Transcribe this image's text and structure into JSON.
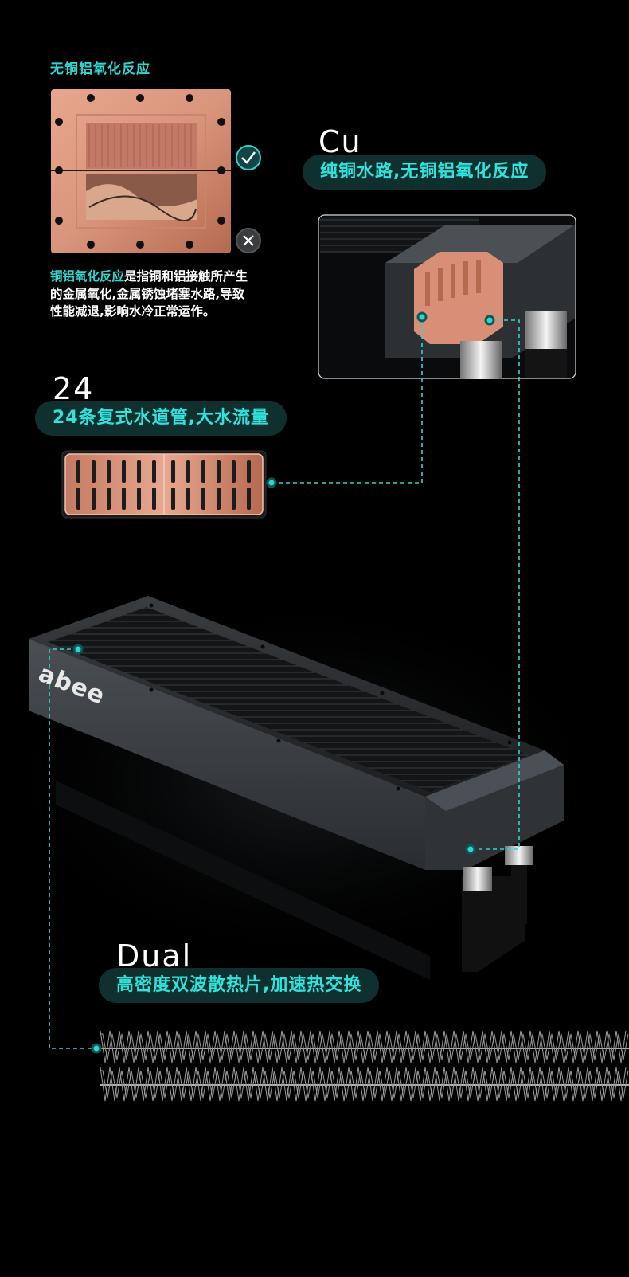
{
  "top_left": {
    "caption": "无铜铝氧化反应",
    "desc_highlight": "铜铝氧化反应",
    "desc_rest": "是指铜和铝接触所产生的金属氧化,金属锈蚀堵塞水路,导致性能减退,影响水冷正常运作。",
    "good_icon": "check-circle-icon",
    "bad_icon": "x-circle-icon"
  },
  "cu_feature": {
    "big": "Cu",
    "pill": "纯铜水路,无铜铝氧化反应"
  },
  "channel_feature": {
    "big": "24",
    "pill": "24条复式水道管,大水流量"
  },
  "fin_feature": {
    "big": "Dual",
    "pill": "高密度双波散热片,加速热交换"
  },
  "product": {
    "brand": "abee"
  },
  "colors": {
    "accent": "#2fd6d0",
    "pill_bg": "#10302f",
    "copper": "#e0907a",
    "background": "#000000"
  }
}
